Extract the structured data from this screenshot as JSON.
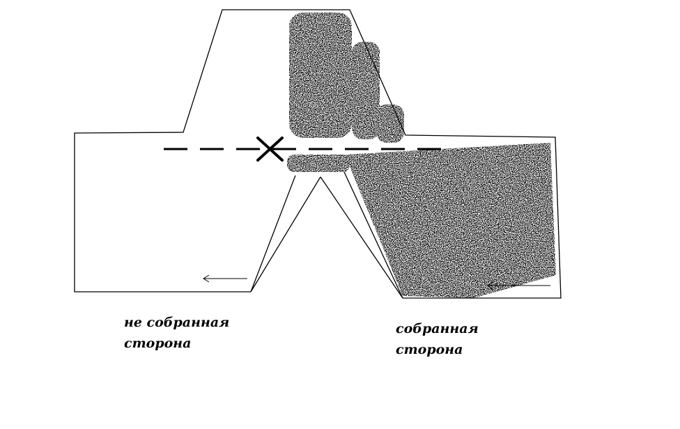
{
  "labels": {
    "unassembled": {
      "line1": "не собранная",
      "line2": "сторона"
    },
    "assembled": {
      "line1": "собранная",
      "line2": "сторона"
    }
  },
  "colors": {
    "line": "#000000",
    "stipple": "#222222",
    "background": "#ffffff"
  }
}
